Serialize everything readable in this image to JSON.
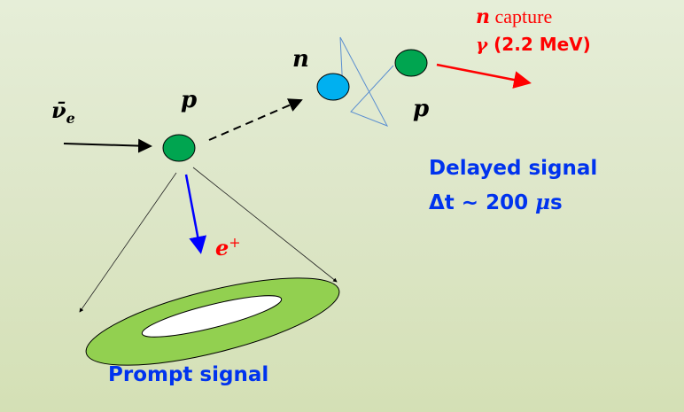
{
  "colors": {
    "proton_fill": "#00a550",
    "neutron_fill": "#00b0f0",
    "ring_fill": "#92d050",
    "positron_arrow": "#0000ff",
    "gamma_arrow": "#ff0000",
    "blue_text": "#0033ee",
    "red_text": "#ff0000",
    "thin_line": "#5b8fd0"
  },
  "labels": {
    "antineutrino": {
      "base": "ν̄",
      "sub": "e"
    },
    "proton_initial": "p",
    "neutron": "n",
    "proton_capture": "p",
    "positron": {
      "base": "e",
      "sup": "+"
    },
    "capture_title": {
      "math": "n",
      "text": " capture"
    },
    "capture_gamma": {
      "math": "γ",
      "text": " (2.2 MeV)"
    },
    "delayed_signal": "Delayed signal",
    "delayed_time": {
      "text": "Δt ~ 200 ",
      "math": "μ",
      "unit": "s"
    },
    "prompt_signal": "Prompt signal"
  }
}
